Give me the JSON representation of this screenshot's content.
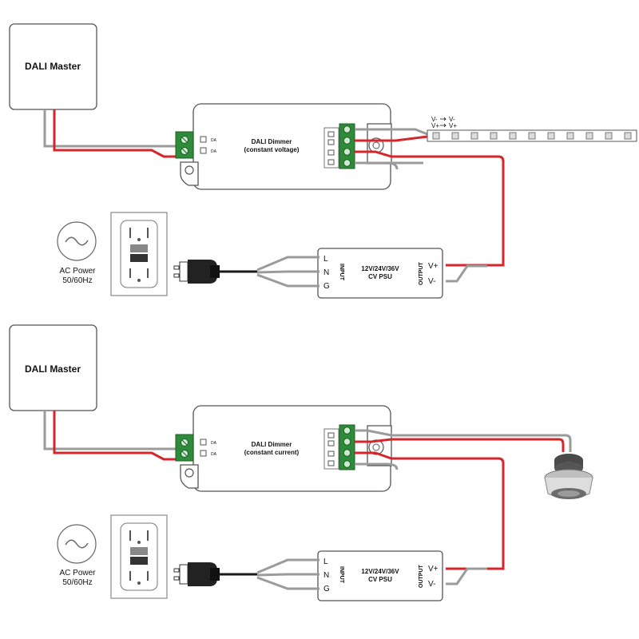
{
  "diagram_top": {
    "master": {
      "label": "DALI Master"
    },
    "dimmer": {
      "title": "DALI Dimmer",
      "subtitle": "(constant voltage)",
      "dali_terminals": [
        "DA",
        "DA"
      ]
    },
    "led_strip": {
      "labels": [
        "V-",
        "V-",
        "V+",
        "V+"
      ]
    },
    "psu": {
      "title": "12V/24V/36V",
      "subtitle": "CV PSU",
      "input_label": "INPUT",
      "output_label": "OUTPUT",
      "inputs": [
        "L",
        "N",
        "G"
      ],
      "outputs": [
        "V+",
        "V-"
      ]
    },
    "ac": {
      "label": "AC Power",
      "freq": "50/60Hz"
    }
  },
  "diagram_bottom": {
    "master": {
      "label": "DALI Master"
    },
    "dimmer": {
      "title": "DALI Dimmer",
      "subtitle": "(constant current)",
      "dali_terminals": [
        "DA",
        "DA"
      ]
    },
    "psu": {
      "title": "12V/24V/36V",
      "subtitle": "CV PSU",
      "input_label": "INPUT",
      "output_label": "OUTPUT",
      "inputs": [
        "L",
        "N",
        "G"
      ],
      "outputs": [
        "V+",
        "V-"
      ]
    },
    "ac": {
      "label": "AC Power",
      "freq": "50/60Hz"
    }
  },
  "colors": {
    "red_wire": "#d6262b",
    "grey_wire": "#9b9b9b",
    "terminal_green": "#2e8b3a",
    "box_border": "#555555"
  }
}
